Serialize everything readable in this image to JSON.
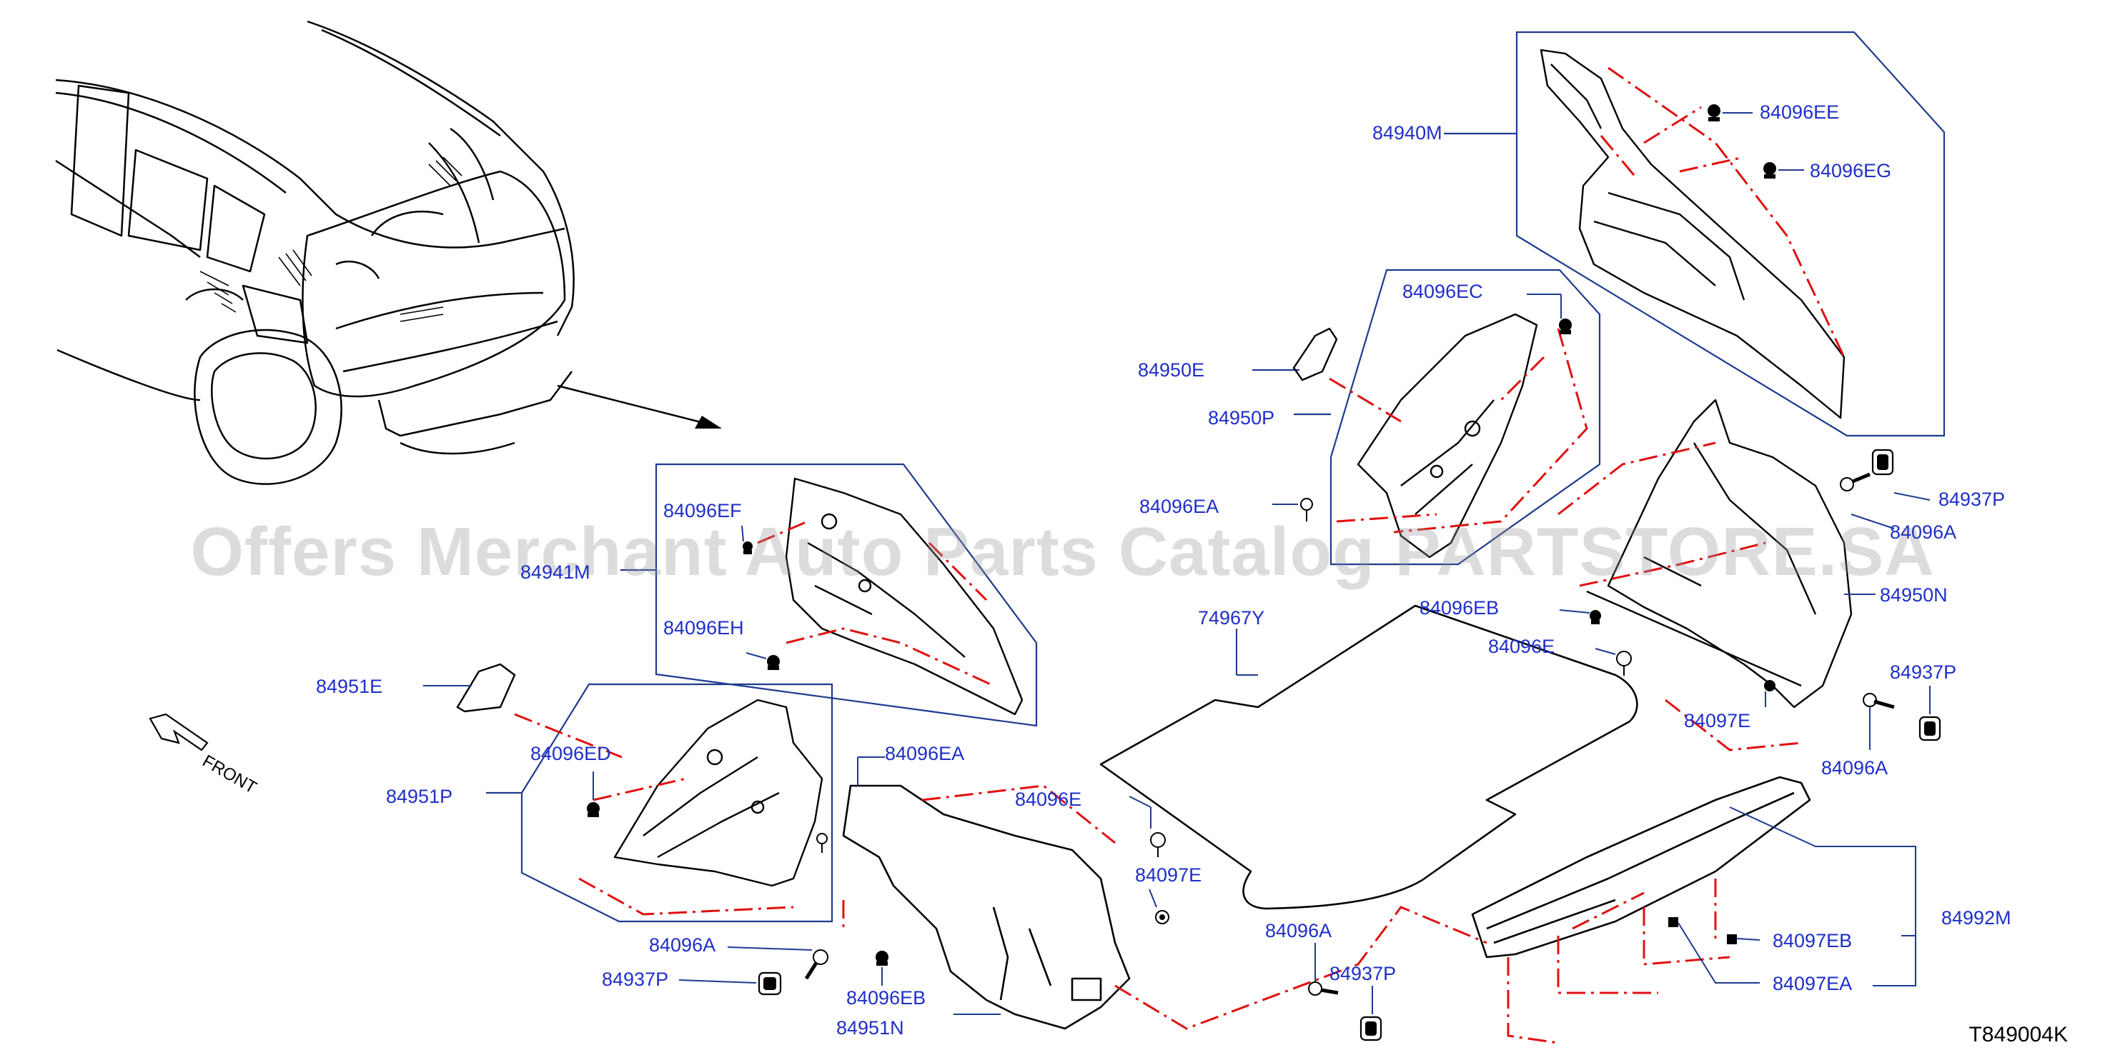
{
  "watermark": "Offers Merchant Auto Parts Catalog PARTSTORE.SA",
  "diagram_code": "T849004K",
  "front_label": "FRONT",
  "labels": {
    "p84940M": "84940M",
    "p84096EE": "84096EE",
    "p84096EG": "84096EG",
    "p84096EC": "84096EC",
    "p84950E": "84950E",
    "p84950P": "84950P",
    "p84096EA_r": "84096EA",
    "p84937P_r1": "84937P",
    "p84096A_r1": "84096A",
    "p84950N": "84950N",
    "p84096EB_r": "84096EB",
    "p84096E_r": "84096E",
    "p84937P_r2": "84937P",
    "p84097E_r": "84097E",
    "p84096A_r2": "84096A",
    "p74967Y": "74967Y",
    "p84096EF": "84096EF",
    "p84941M": "84941M",
    "p84096EH": "84096EH",
    "p84951E": "84951E",
    "p84096ED": "84096ED",
    "p84951P": "84951P",
    "p84096EA_l": "84096EA",
    "p84096E_l": "84096E",
    "p84097E_l": "84097E",
    "p84096A_l": "84096A",
    "p84937P_l": "84937P",
    "p84096EB_l": "84096EB",
    "p84951N": "84951N",
    "p84096A_c": "84096A",
    "p84937P_c": "84937P",
    "p84992M": "84992M",
    "p84097EB": "84097EB",
    "p84097EA": "84097EA"
  },
  "colors": {
    "label": "#1f2fc8",
    "leader": "#1f3a8f",
    "dash": "#e01010",
    "line": "#000000"
  }
}
